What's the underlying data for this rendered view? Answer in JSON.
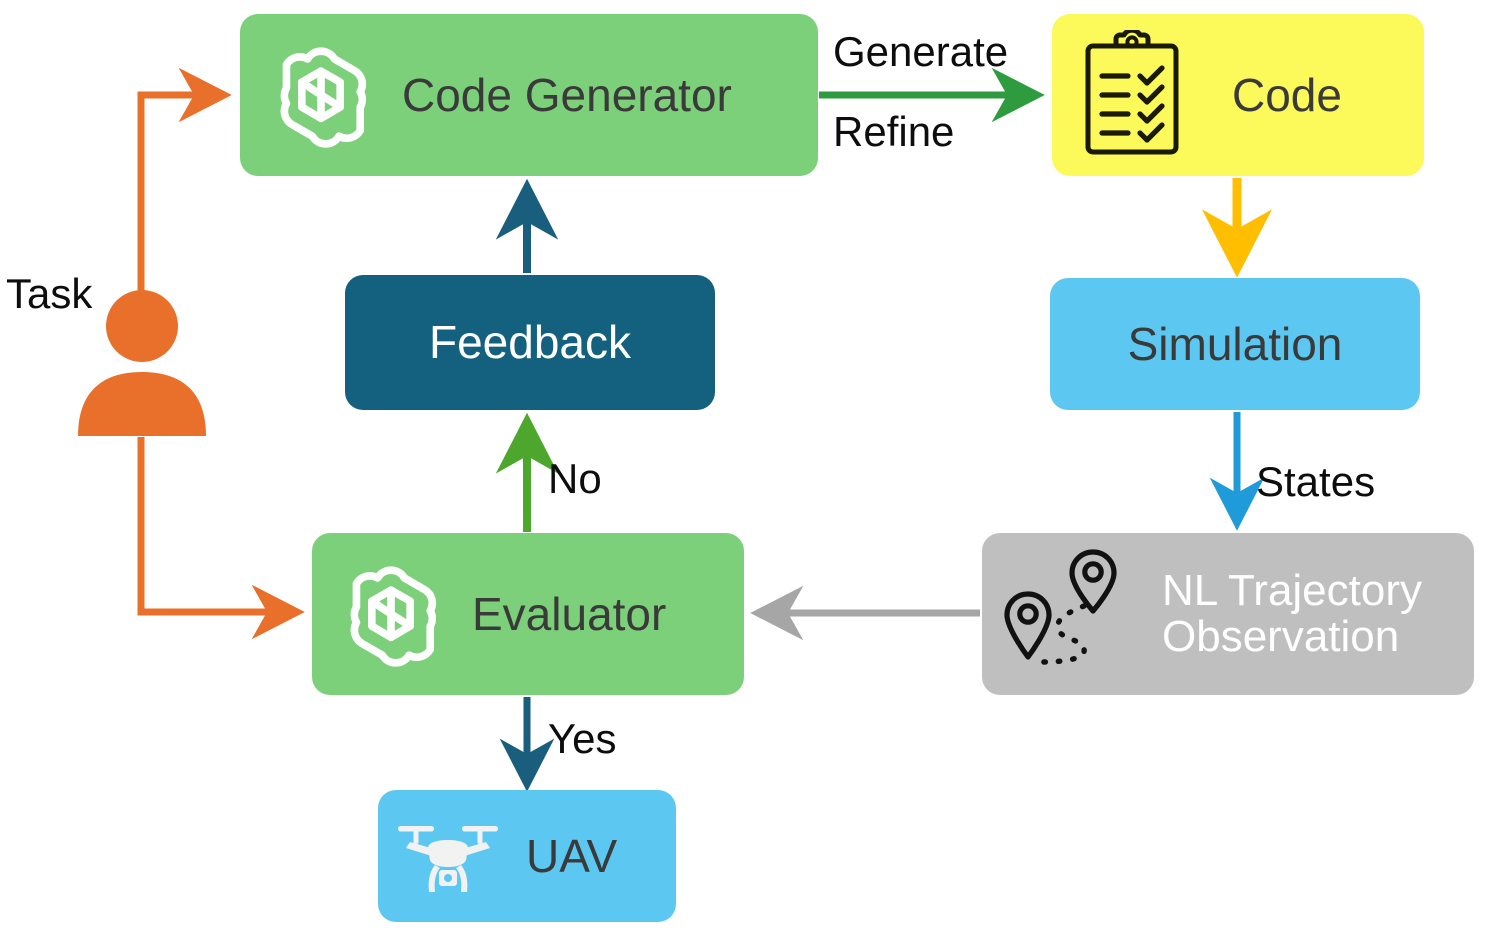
{
  "diagram": {
    "title": "LLM-based UAV code generation and evaluation loop",
    "background": "#ffffff"
  },
  "nodes": {
    "code_generator": {
      "label": "Code Generator",
      "color": "#7DD07A",
      "text_color": "#3A3A3A",
      "icon": "openai-logo-icon"
    },
    "code": {
      "label": "Code",
      "color": "#FCF95A",
      "text_color": "#3A3A3A",
      "icon": "clipboard-checklist-icon"
    },
    "feedback": {
      "label": "Feedback",
      "color": "#14607F",
      "text_color": "#FFFFFF"
    },
    "simulation": {
      "label": "Simulation",
      "color": "#5CC8F2",
      "text_color": "#3A3A3A"
    },
    "evaluator": {
      "label": "Evaluator",
      "color": "#7DD07A",
      "text_color": "#3A3A3A",
      "icon": "openai-logo-icon"
    },
    "nl_trajectory": {
      "label": "NL Trajectory\nObservation",
      "color": "#BFBFBF",
      "text_color": "#FFFFFF",
      "icon": "map-pins-trajectory-icon"
    },
    "uav": {
      "label": "UAV",
      "color": "#5CC8F2",
      "text_color": "#3A3A3A",
      "icon": "drone-icon"
    },
    "user": {
      "label": "Task",
      "color": "#E8702A",
      "icon": "person-icon"
    }
  },
  "edges": [
    {
      "id": "task-to-code-generator",
      "from": "user",
      "to": "code_generator",
      "label": "",
      "color": "#E8702A"
    },
    {
      "id": "task-to-evaluator",
      "from": "user",
      "to": "evaluator",
      "label": "",
      "color": "#E8702A"
    },
    {
      "id": "code-generator-to-code",
      "from": "code_generator",
      "to": "code",
      "label": "Generate",
      "label2": "Refine",
      "color": "#2E9B3E"
    },
    {
      "id": "code-to-simulation",
      "from": "code",
      "to": "simulation",
      "label": "",
      "color": "#FFBF00"
    },
    {
      "id": "simulation-to-nl-trajectory",
      "from": "simulation",
      "to": "nl_trajectory",
      "label": "States",
      "color": "#1E9BD8"
    },
    {
      "id": "nl-trajectory-to-evaluator",
      "from": "nl_trajectory",
      "to": "evaluator",
      "label": "",
      "color": "#A6A6A6"
    },
    {
      "id": "evaluator-to-feedback",
      "from": "evaluator",
      "to": "feedback",
      "label": "No",
      "color": "#4CA72C"
    },
    {
      "id": "feedback-to-code-generator",
      "from": "feedback",
      "to": "code_generator",
      "label": "",
      "color": "#1A5E7E"
    },
    {
      "id": "evaluator-to-uav",
      "from": "evaluator",
      "to": "uav",
      "label": "Yes",
      "color": "#1A5E7E"
    }
  ],
  "edge_labels": {
    "task": "Task",
    "generate": "Generate",
    "refine": "Refine",
    "no": "No",
    "yes": "Yes",
    "states": "States"
  },
  "colors": {
    "green_node": "#7DD07A",
    "yellow_node": "#FCF95A",
    "teal_node": "#14607F",
    "blue_node": "#5CC8F2",
    "gray_node": "#BFBFBF",
    "orange": "#E8702A",
    "green_arrow": "#2E9B3E",
    "amber_arrow": "#FFBF00",
    "blue_arrow": "#1E9BD8",
    "gray_arrow": "#A6A6A6",
    "dark_teal_arrow": "#1A5E7E"
  }
}
